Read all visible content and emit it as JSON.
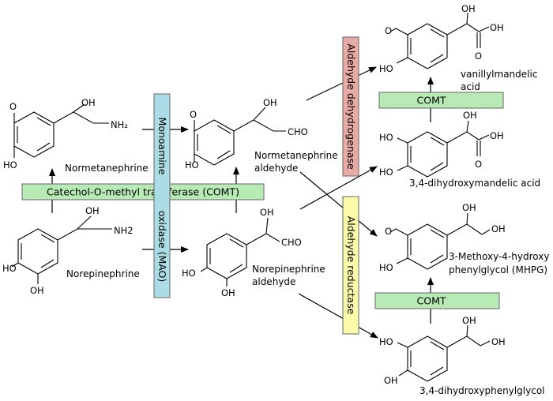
{
  "compounds": {
    "normetanephrine": "Normetanephrine",
    "norepinephrine": "Norepinephrine",
    "normetanephrine_aldehyde_1": "Normetanephrine",
    "normetanephrine_aldehyde_2": "aldehyde",
    "norepinephrine_aldehyde_1": "Norepinephrine",
    "norepinephrine_aldehyde_2": "aldehyde",
    "vma_1": "vanillylmandelic",
    "vma_2": "acid",
    "dhma": "3,4-dihydroxymandelic acid",
    "mhpg_1": "3-Methoxy-4-hydroxy",
    "mhpg_2": "phenylglycol (MHPG)",
    "dhpg": "3,4-dihydroxyphenylglycol"
  },
  "enzymes": {
    "comt_long": "Catechol-O-methyl transferase (COMT)",
    "mao_top": "Monoamine",
    "mao_bottom": "oxidase (MAO)",
    "aldh": "Aldehyde dehydrogenase",
    "ar": "Aldehyde reductase",
    "comt_upper": "COMT",
    "comt_lower": "COMT"
  },
  "atoms": {
    "oh": "OH",
    "ho": "HO",
    "nh2": "NH₂",
    "nh2_alt": "NH2",
    "cho": "CHO",
    "o": "O",
    "methoxy": "O"
  },
  "colors": {
    "comt": "#b7eab5",
    "mao": "#acdde6",
    "aldh": "#e8aaa5",
    "ar": "#fbfbaa",
    "box_border": "#666666"
  }
}
